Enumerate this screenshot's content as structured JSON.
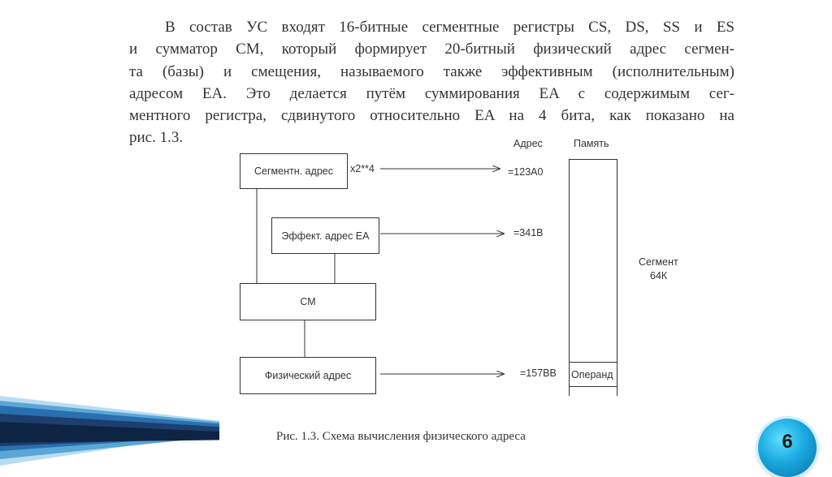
{
  "paragraph": {
    "lines": [
      "В состав УС входят 16-битные сегментные регистры CS, DS, SS и ES",
      "и сумматор СМ, который формирует 20-битный физический адрес сегмен-",
      "та (базы) и смещения, называемого также эффективным (исполнительным)",
      "адресом EA. Это делается путём суммирования EA с содержимым сег-",
      "ментного регистра, сдвинутого относительно EA на 4 бита, как показано на",
      "рис. 1.3."
    ]
  },
  "diagram": {
    "segment_box": "Сегментн. адрес",
    "offset_box": "Эффект. адрес EA",
    "adder_box": "СМ",
    "physical_box": "Физический адрес",
    "shift_label": "x2**4",
    "header_address": "Адрес",
    "header_memory": "Память",
    "value_segment": "=123A0",
    "value_offset": "=341B",
    "value_physical": "=157BB",
    "segment_label_line1": "Сегмент",
    "segment_label_line2": "64К",
    "operand_label": "Операнд"
  },
  "caption": "Рис. 1.3. Схема вычисления физического адреса",
  "page_number": "6",
  "colors": {
    "text": "#333333",
    "ribbon_dark": "#1c3f6e",
    "ribbon_light": "#8ec3e6",
    "badge": "#1aa9e0"
  }
}
